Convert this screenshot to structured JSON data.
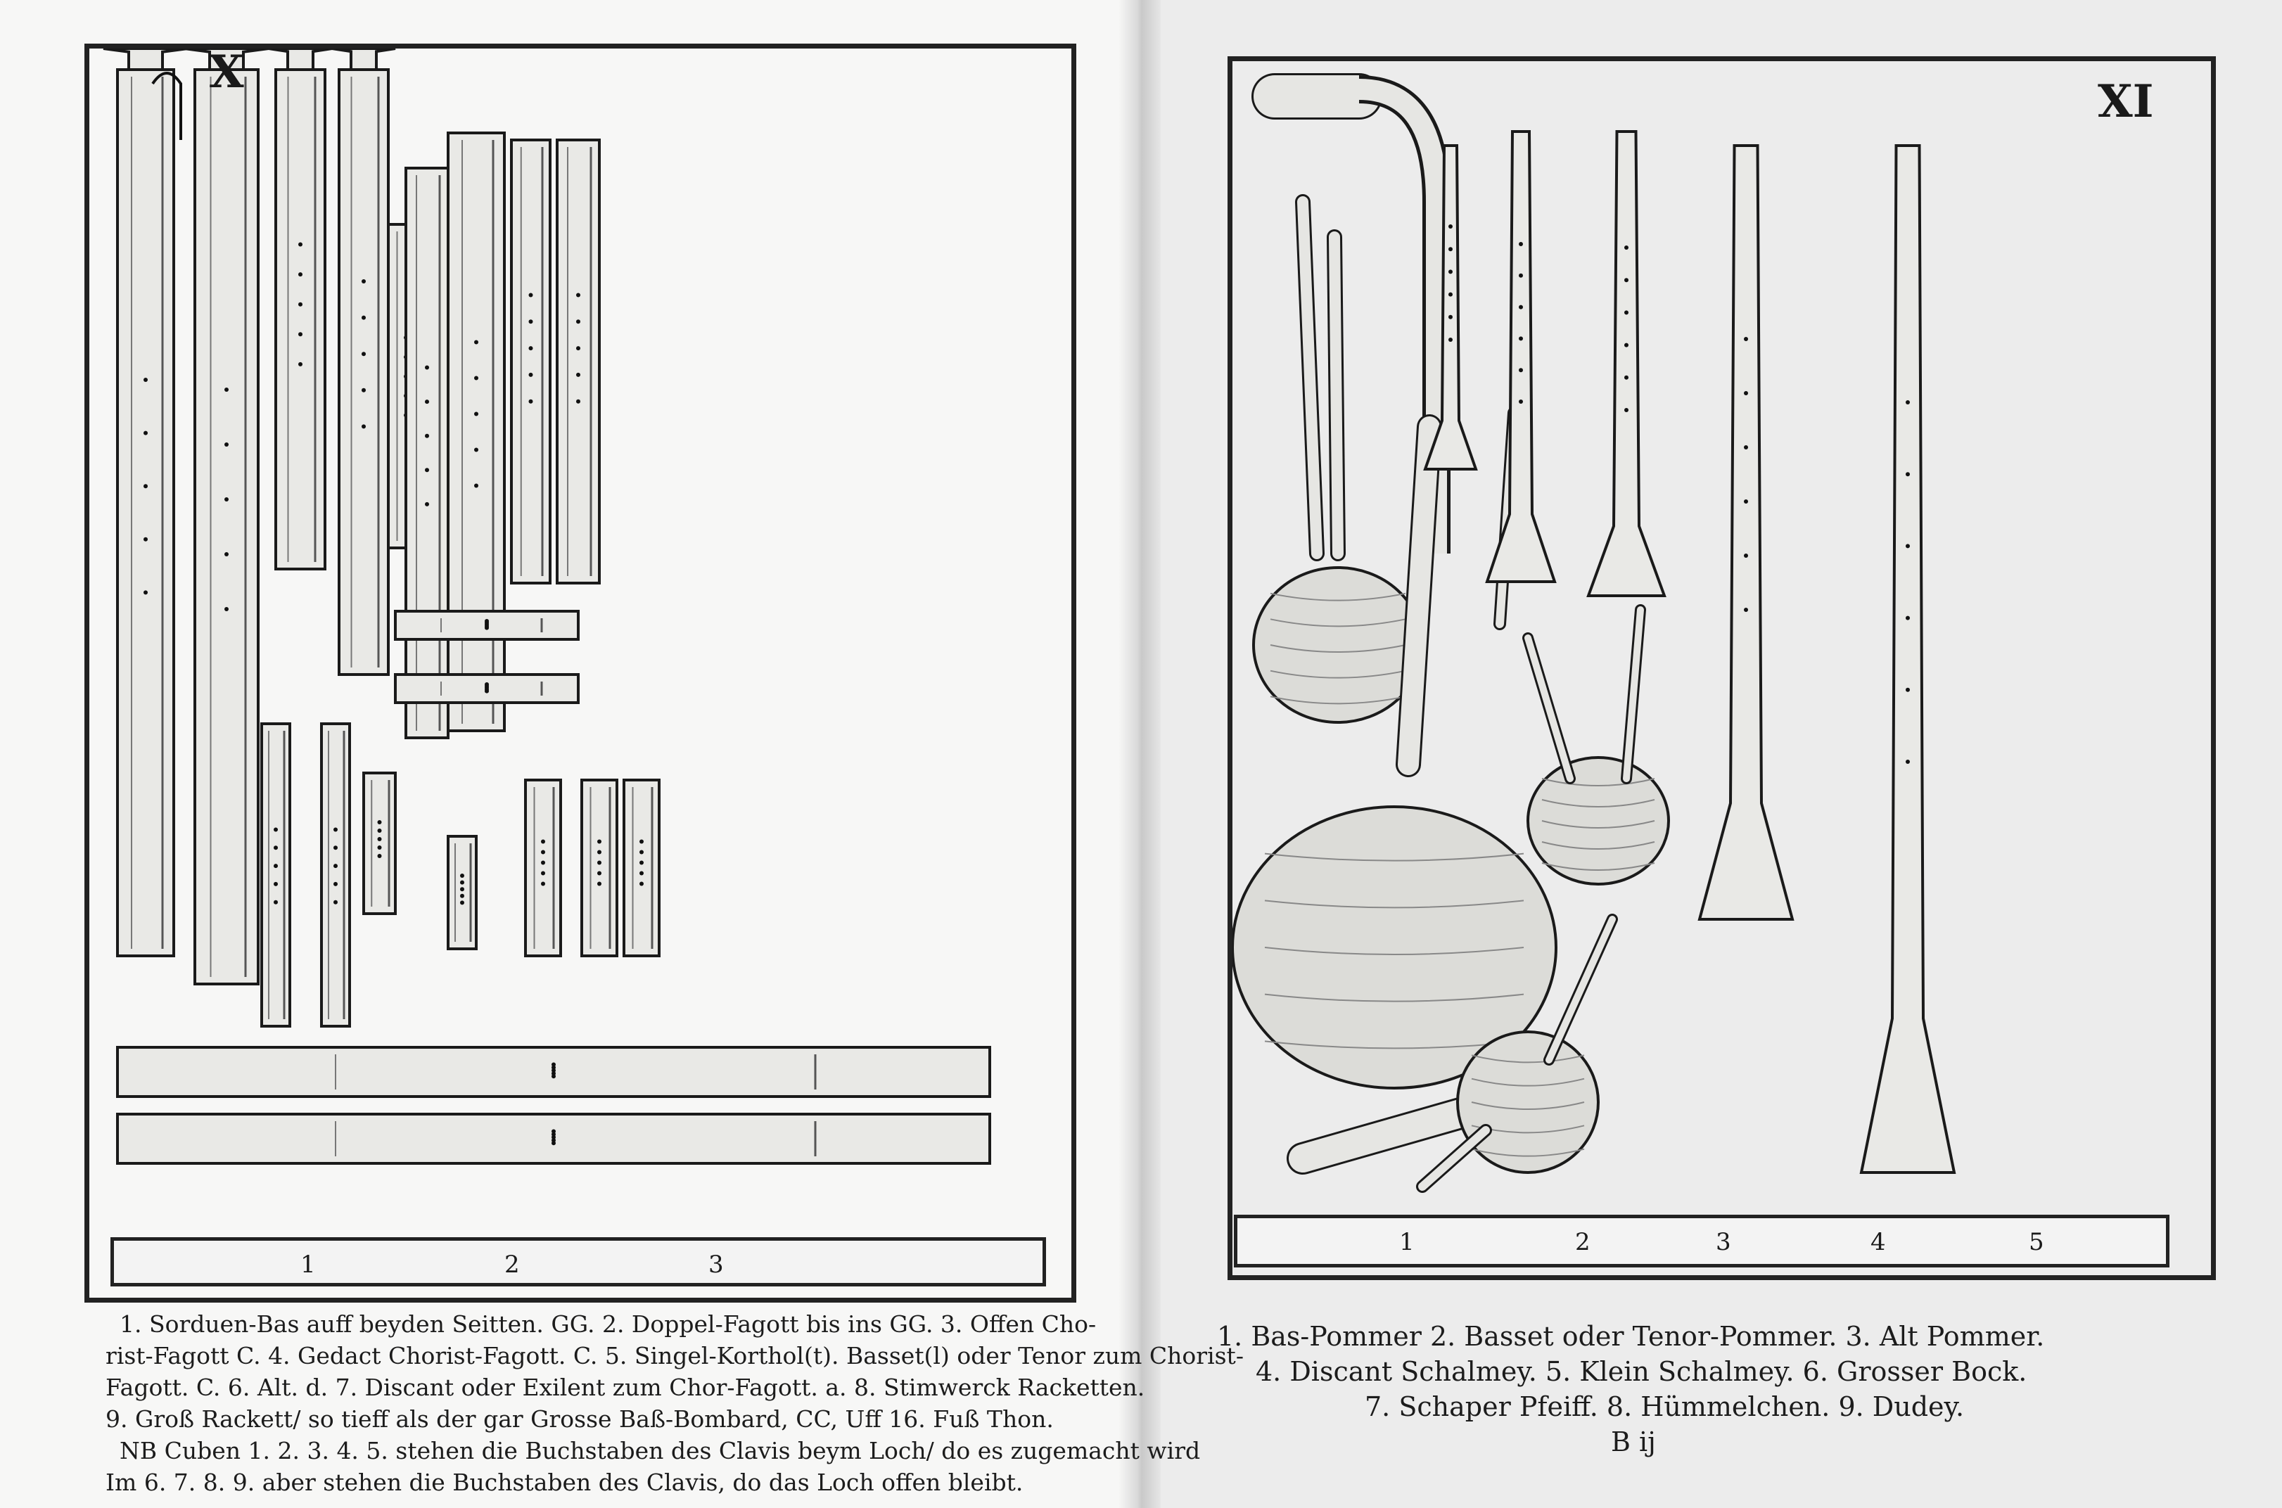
{
  "left_page": {
    "plate_number": "X",
    "ruler_numbers": [
      "1",
      "2",
      "3"
    ],
    "caption_lines": [
      "1. Sorduen-Bas auff beyden Seitten. GG.   2. Doppel-Fagott bis ins GG.   3. Offen Cho-",
      "rist-Fagott C.   4. Gedact Chorist-Fagott. C.   5. Singel-Korthol(t). Basset(l) oder Tenor zum Chorist-",
      "Fagott. C.   6. Alt. d.   7. Discant oder Exilent zum Chor-Fagott. a.   8. Stimwerck Racketten.",
      "9. Groß Rackett/ so tieff als der gar Grosse Baß-Bombard, CC,   Uff 16. Fuß Thon.",
      "NB  Cuben 1. 2. 3. 4. 5.   stehen die Buchstaben des Clavis beym Loch/ do es zugemacht wird",
      "Im 6. 7. 8. 9. aber stehen die Buchstaben des Clavis, do das Loch offen bleibt."
    ]
  },
  "right_page": {
    "plate_number": "XI",
    "ruler_numbers": [
      "1",
      "2",
      "3",
      "4",
      "5"
    ],
    "caption_lines": [
      "1. Bas-Pommer   2. Basset oder Tenor-Pommer.   3. Alt Pommer.",
      "4. Discant Schalmey.   5. Klein Schalmey.   6. Grosser Bock.",
      "7. Schaper Pfeiff.   8. Hümmelchen.   9. Dudey."
    ],
    "signature_mark": "B ij"
  }
}
